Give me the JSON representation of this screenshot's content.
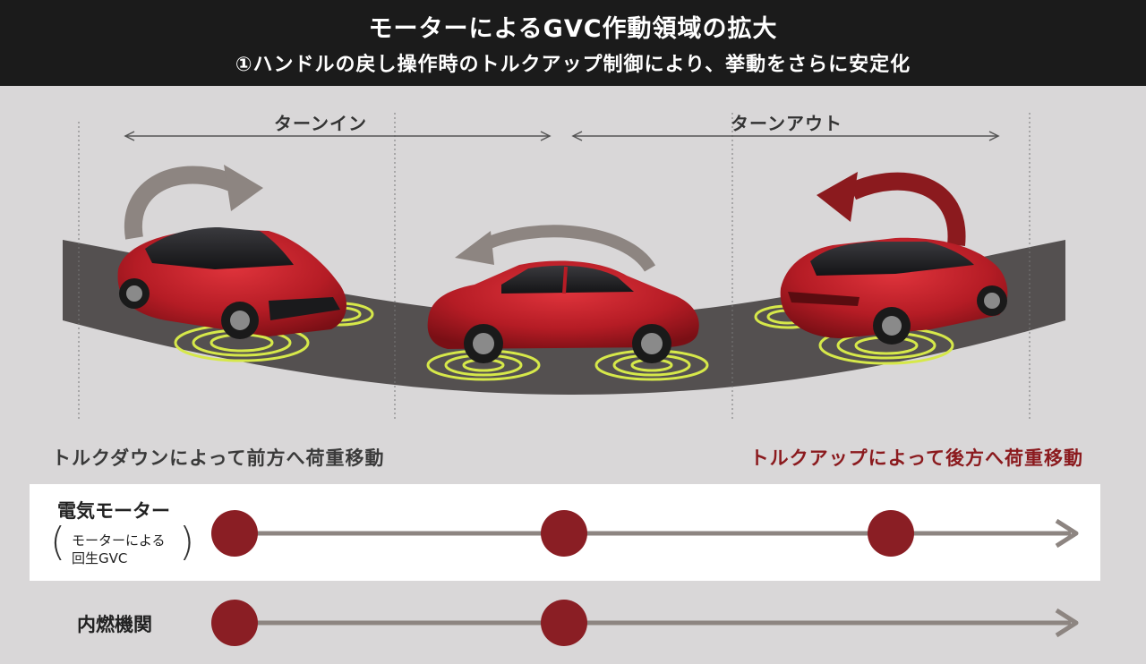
{
  "header": {
    "title": "モーターによるGVC作動領域の拡大",
    "subtitle": "①ハンドルの戻し操作時のトルクアップ制御により、挙動をさらに安定化"
  },
  "phases": {
    "turn_in": "ターンイン",
    "turn_out": "ターンアウト"
  },
  "captions": {
    "front_shift": "トルクダウンによって前方へ荷重移動",
    "rear_shift": "トルクアップによって後方へ荷重移動"
  },
  "timeline": {
    "electric_motor": {
      "label": "電気モーター",
      "sub_line1": "モーターによる",
      "sub_line2": "回生GVC",
      "points": 3
    },
    "ice": {
      "label": "内燃機関",
      "points": 2
    }
  },
  "colors": {
    "header_bg": "#1b1b1b",
    "accent_red": "#8b1a1e",
    "dot_red": "#8a1e24",
    "car_red": "#c0202a",
    "road": "#545050",
    "arrow_gray": "#8d8581",
    "wheel_glow": "#d6e84a"
  },
  "icons": {
    "rotation_left": "curved-arrow-clockwise-icon",
    "rotation_mid": "curved-arrow-counterclockwise-icon",
    "rotation_right": "curved-arrow-counterclockwise-icon"
  }
}
